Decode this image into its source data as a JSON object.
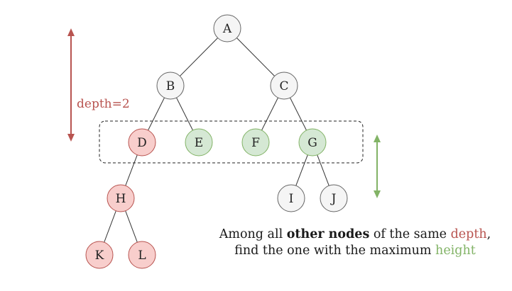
{
  "tree": {
    "nodes": [
      {
        "id": "A",
        "label": "A",
        "style": "neutral"
      },
      {
        "id": "B",
        "label": "B",
        "style": "neutral"
      },
      {
        "id": "C",
        "label": "C",
        "style": "neutral"
      },
      {
        "id": "D",
        "label": "D",
        "style": "red"
      },
      {
        "id": "E",
        "label": "E",
        "style": "green"
      },
      {
        "id": "F",
        "label": "F",
        "style": "green"
      },
      {
        "id": "G",
        "label": "G",
        "style": "green"
      },
      {
        "id": "H",
        "label": "H",
        "style": "red"
      },
      {
        "id": "I",
        "label": "I",
        "style": "neutral"
      },
      {
        "id": "J",
        "label": "J",
        "style": "neutral"
      },
      {
        "id": "K",
        "label": "K",
        "style": "red"
      },
      {
        "id": "L",
        "label": "L",
        "style": "red"
      }
    ],
    "edges": [
      [
        "A",
        "B"
      ],
      [
        "A",
        "C"
      ],
      [
        "B",
        "D"
      ],
      [
        "B",
        "E"
      ],
      [
        "C",
        "F"
      ],
      [
        "C",
        "G"
      ],
      [
        "D",
        "H"
      ],
      [
        "G",
        "I"
      ],
      [
        "G",
        "J"
      ],
      [
        "H",
        "K"
      ],
      [
        "H",
        "L"
      ]
    ]
  },
  "depth_label": "depth=2",
  "caption": {
    "line1_pre": "Among all ",
    "line1_bold": "other nodes",
    "line1_mid": " of the same ",
    "line1_depth": "depth",
    "line1_post": ",",
    "line2_pre": "find the one with the maximum ",
    "line2_height": "height"
  },
  "colors": {
    "neutral_fill": "#f5f5f5",
    "neutral_stroke": "#666666",
    "red_fill": "#f8cecc",
    "red_stroke": "#b85450",
    "green_fill": "#d5e8d4",
    "green_stroke": "#82b366",
    "depth_arrow": "#b85450",
    "height_arrow": "#82b366",
    "edge": "#333333",
    "box": "#222222"
  }
}
